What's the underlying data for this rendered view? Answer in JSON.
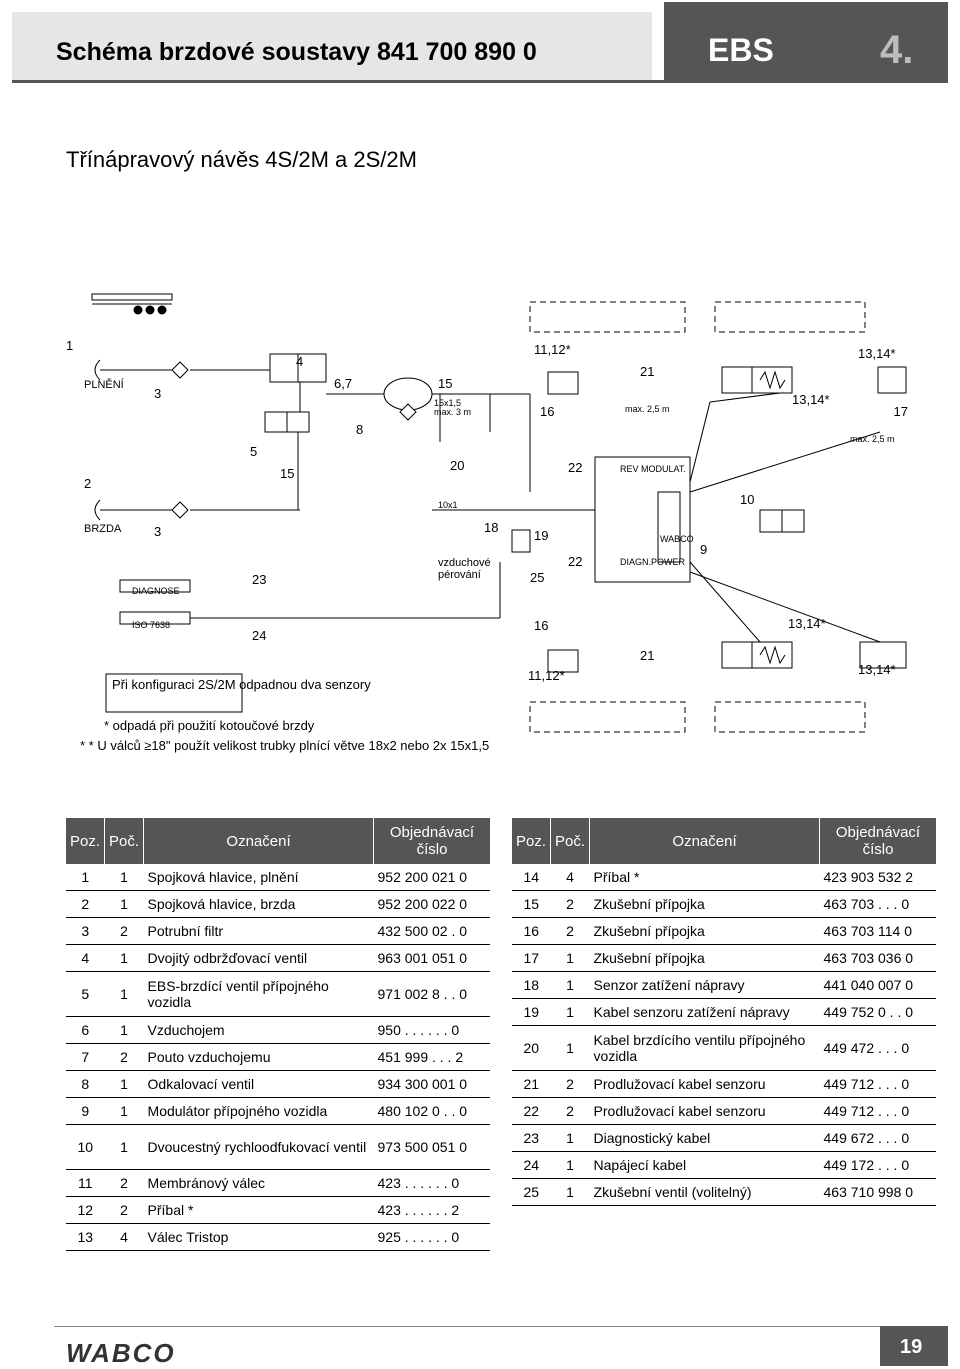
{
  "header": {
    "title": "Schéma brzdové soustavy 841 700 890 0",
    "section": "EBS",
    "chapter": "4."
  },
  "subtitle": "Třínápravový návěs 4S/2M a 2S/2M",
  "diagram": {
    "labels": {
      "plneni": "PLNĚNÍ",
      "brzda": "BRZDA",
      "diagnose": "DIAGNOSE",
      "iso": "ISO 7638",
      "vzduchove": "vzduchové",
      "perovani": "pérování",
      "maxlen1": "max. 2,5 m",
      "maxlen2": "max. 2,5 m",
      "pipe1": "15x1,5",
      "pipe1b": "max. 3 m",
      "pipe2": "10x1",
      "revmod": "REV MODULAT.",
      "diagpower": "DIAGN.POWER",
      "wabco_mod": "WABCO"
    },
    "callouts": [
      "1",
      "2",
      "3",
      "3",
      "4",
      "5",
      "6,7",
      "8",
      "15",
      "15",
      "16",
      "16",
      "17",
      "18",
      "19",
      "20",
      "21",
      "21",
      "22",
      "22",
      "23",
      "24",
      "25",
      "9",
      "10",
      "11,12*",
      "11,12*",
      "13,14*",
      "13,14*",
      "13,14*",
      "13,14*"
    ],
    "config_note": "Při konfiguraci 2S/2M odpadnou dva senzory",
    "note1": "* odpadá při použití kotoučové brzdy",
    "note2": "* * U válců ≥18\" použít velikost trubky plnící větve 18x2 nebo 2x 15x1,5"
  },
  "table": {
    "headers": {
      "poz": "Poz.",
      "poc": "Poč.",
      "oznaceni": "Označení",
      "cislo": "Objednávací číslo"
    },
    "left": [
      {
        "poz": "1",
        "poc": "1",
        "name": "Spojková hlavice, plnění",
        "num": "952 200 021 0"
      },
      {
        "poz": "2",
        "poc": "1",
        "name": "Spojková hlavice, brzda",
        "num": "952 200 022 0"
      },
      {
        "poz": "3",
        "poc": "2",
        "name": "Potrubní filtr",
        "num": "432 500 02 . 0"
      },
      {
        "poz": "4",
        "poc": "1",
        "name": "Dvojitý odbržďovací ventil",
        "num": "963 001 051 0"
      },
      {
        "poz": "5",
        "poc": "1",
        "name": "EBS-brzdící ventil přípojného vozidla",
        "num": "971 002 8 . . 0"
      },
      {
        "poz": "6",
        "poc": "1",
        "name": "Vzduchojem",
        "num": "950 . . . . . . 0"
      },
      {
        "poz": "7",
        "poc": "2",
        "name": "Pouto vzduchojemu",
        "num": "451 999 . . . 2"
      },
      {
        "poz": "8",
        "poc": "1",
        "name": "Odkalovací ventil",
        "num": "934 300 001 0"
      },
      {
        "poz": "9",
        "poc": "1",
        "name": "Modulátor přípojného vozidla",
        "num": "480 102 0 . . 0"
      },
      {
        "poz": "10",
        "poc": "1",
        "name": "Dvoucestný rychloodfukovací ventil",
        "num": "973 500 051 0"
      },
      {
        "poz": "11",
        "poc": "2",
        "name": "Membránový válec",
        "num": "423 . . . . . . 0"
      },
      {
        "poz": "12",
        "poc": "2",
        "name": "Příbal *",
        "num": "423 . . . . . . 2"
      },
      {
        "poz": "13",
        "poc": "4",
        "name": "Válec Tristop",
        "num": "925 . . . . . . 0"
      }
    ],
    "right": [
      {
        "poz": "14",
        "poc": "4",
        "name": "Příbal *",
        "num": "423 903 532 2"
      },
      {
        "poz": "15",
        "poc": "2",
        "name": "Zkušební přípojka",
        "num": "463 703 . . . 0"
      },
      {
        "poz": "16",
        "poc": "2",
        "name": "Zkušební přípojka",
        "num": "463 703 114 0"
      },
      {
        "poz": "17",
        "poc": "1",
        "name": "Zkušební přípojka",
        "num": "463 703 036 0"
      },
      {
        "poz": "18",
        "poc": "1",
        "name": "Senzor zatížení nápravy",
        "num": "441 040 007 0"
      },
      {
        "poz": "19",
        "poc": "1",
        "name": "Kabel senzoru zatížení nápravy",
        "num": "449 752 0 . . 0"
      },
      {
        "poz": "20",
        "poc": "1",
        "name": "Kabel brzdícího ventilu přípojného vozidla",
        "num": "449 472 . . . 0"
      },
      {
        "poz": "21",
        "poc": "2",
        "name": "Prodlužovací kabel senzoru",
        "num": "449 712 . . . 0"
      },
      {
        "poz": "22",
        "poc": "2",
        "name": "Prodlužovací kabel senzoru",
        "num": "449 712 . . . 0"
      },
      {
        "poz": "23",
        "poc": "1",
        "name": "Diagnostický kabel",
        "num": "449 672 . . . 0"
      },
      {
        "poz": "24",
        "poc": "1",
        "name": "Napájecí kabel",
        "num": "449 172 . . . 0"
      },
      {
        "poz": "25",
        "poc": "1",
        "name": "Zkušební ventil (volitelný)",
        "num": "463 710 998 0"
      }
    ]
  },
  "footer": {
    "brand": "WABCO",
    "page": "19"
  }
}
